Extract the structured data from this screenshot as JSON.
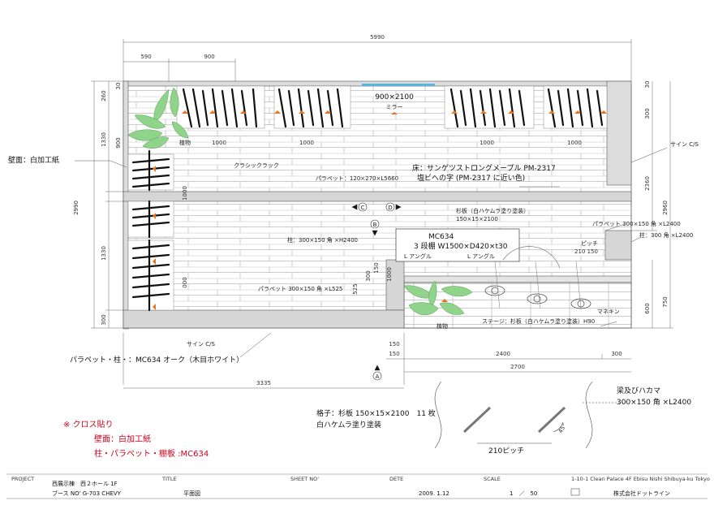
{
  "dimensions": {
    "overall_width": "5990",
    "left_offset": "590",
    "segment_900": "900",
    "overall_height": "2990",
    "height_1330_top": "1330",
    "height_1330_bottom": "1330",
    "height_260": "260",
    "height_30_top": "30",
    "height_900": "900",
    "height_300_bottom": "300",
    "left_1000": "1000",
    "left_000": "000",
    "bottom_3335": "3335",
    "bottom_150a": "150",
    "bottom_150b": "150",
    "bottom_2400": "2400",
    "bottom_2700": "2700",
    "bottom_300": "300",
    "right_2360": "2360",
    "right_2960": "2960",
    "right_600": "600",
    "right_750": "750",
    "right_30": "30",
    "right_300": "300",
    "mirror_1000a": "1000",
    "mirror_1000b": "1000",
    "mirror_1000c": "1000",
    "mirror_1000d": "1000",
    "stage_525": "525",
    "stage_300": "300",
    "stage_150": "150",
    "stage_1000": "1000",
    "pitch_210_150": "210  150"
  },
  "labels": {
    "wall_finish": "壁面：白加工紙",
    "mirror_size": "900×2100",
    "mirror": "ミラー",
    "plant_top": "植物",
    "classic_rack": "クラシックラック",
    "parapet_long": "パラペット：120×270×L5660",
    "floor_line1": "床：サンゲツストロングメープル PM-2317",
    "floor_line2": "塩ビへの字 (PM-2317 に近い色)",
    "sign_right": "サイン C/S",
    "circle_c": "C",
    "circle_d": "D",
    "circle_b": "B",
    "circle_a": "A",
    "cedar_board": "杉板（白ハケムラ塗り塗装）",
    "cedar_size": "150×15×2100",
    "parapet_right": "パラペット 300×150 角 ×L2400",
    "column_right": "柱：300 角 ×L2400",
    "shelf_code": "MC634",
    "shelf_desc": "3 段棚 W1500×D420×t30",
    "l_angle_left": "L アングル",
    "l_angle_right": "L アングル",
    "pitch": "ピッチ",
    "column_left": "柱：300×150 角 ×H2400",
    "parapet_short": "パラペット 300×150 角 ×L525",
    "mannequin": "マネキン",
    "stage": "ステージ：杉板（白ハケムラ塗り塗装）H90",
    "plant_bottom": "植物",
    "sign_bottom": "サイン C/S",
    "parapet_column_finish": "パラペット・柱・：MC634 オーク（木目ホワイト）",
    "beam_title": "梁及びハカマ",
    "beam_size": "300×150 角 ×L2400",
    "lattice_line1": "格子：杉板 150×15×2100　11 枚",
    "lattice_line2": "白ハケムラ塗り塗装",
    "lattice_pitch": "210ピッチ",
    "angle_45": "45°"
  },
  "notes": {
    "title": "※ クロス貼り",
    "wall": "壁面：白加工紙",
    "column": "柱・パラペット・棚板 :MC634"
  },
  "title_block": {
    "project_label": "PROJECT",
    "project_line1": "西展示棟　西２ホール 1F",
    "project_line2": "ブース NO'  G-703 CHEVY",
    "title_label": "TITLE",
    "title_value": "平面図",
    "sheet_label": "SHEET NO'",
    "date_label": "DETE",
    "date_value": "2009. 1.12",
    "scale_label": "SCALE",
    "sheet_value": "1　／　50",
    "address": "1-10-1 Clean Palace 4F Ebisu Nishi Shibuya-ku Tokyo",
    "company": "株式会社ドットライン"
  },
  "colors": {
    "accent_orange": "#e8741e",
    "mirror_blue": "#5ab4e0",
    "plant_green": "#8fd48a",
    "wall_gray": "#dcdcdc",
    "note_red": "#d0021b"
  }
}
